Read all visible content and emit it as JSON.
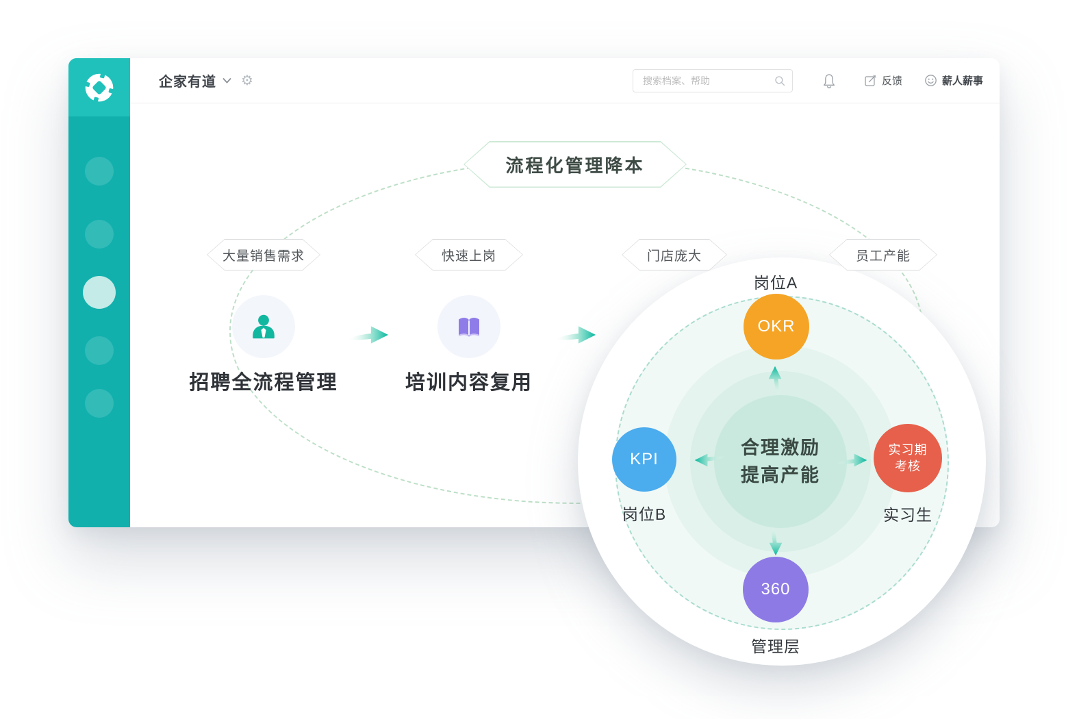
{
  "topbar": {
    "brand": "企家有道",
    "search_placeholder": "搜索档案、帮助",
    "feedback_label": "反馈",
    "account_label": "薪人薪事"
  },
  "sidebar": {
    "item_count": 5,
    "active_index": 2
  },
  "diagram": {
    "title_hexagon": "流程化管理降本",
    "tag_hexagons": [
      "大量销售需求",
      "快速上岗",
      "门店庞大",
      "员工产能"
    ],
    "flow": [
      {
        "label": "招聘全流程管理",
        "icon": "person-icon"
      },
      {
        "label": "培训内容复用",
        "icon": "book-icon"
      }
    ],
    "cycle": {
      "center_line1": "合理激励",
      "center_line2": "提高产能",
      "nodes": [
        {
          "id": "okr",
          "label": "OKR",
          "outer_label": "岗位A",
          "color": "#F5A425",
          "position": "top"
        },
        {
          "id": "internship",
          "label_line1": "实习期",
          "label_line2": "考核",
          "outer_label": "实习生",
          "color": "#E7604B",
          "position": "right"
        },
        {
          "id": "deg360",
          "label": "360",
          "outer_label": "管理层",
          "color": "#8D7AE5",
          "position": "bottom"
        },
        {
          "id": "kpi",
          "label": "KPI",
          "outer_label": "岗位B",
          "color": "#4BACEE",
          "position": "left"
        }
      ]
    }
  },
  "colors": {
    "sidebar": "#12B0AD",
    "sidebar_logo_tile": "#20C1BB",
    "accent_teal": "#00B79C",
    "dashed_green": "#BCDFC6",
    "cycle_center_fill": "#C9E9DF"
  }
}
